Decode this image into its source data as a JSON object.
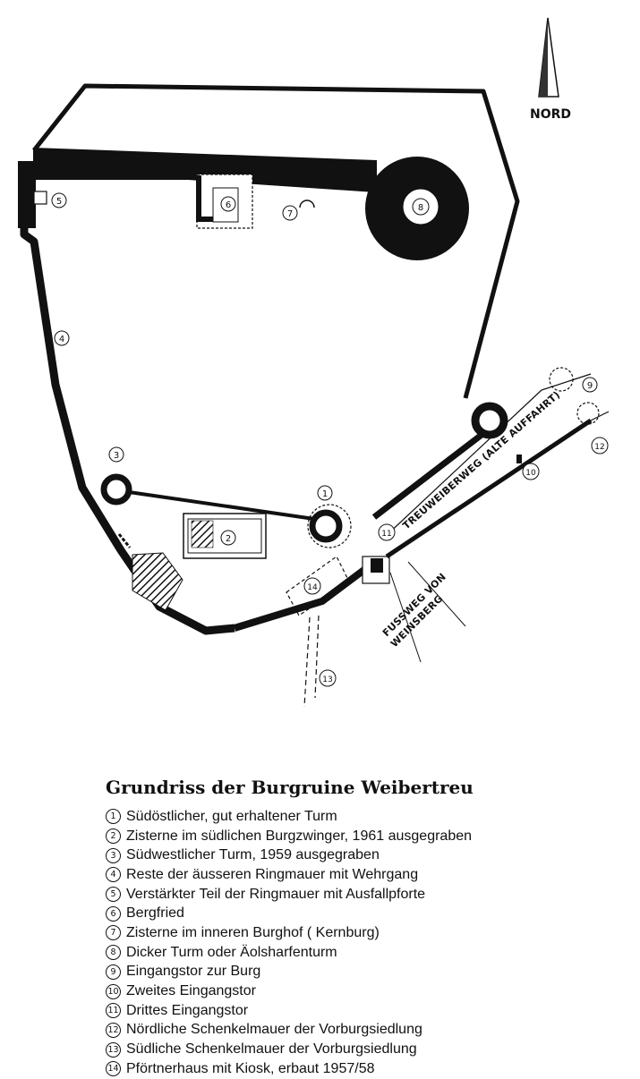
{
  "north_label": "NORD",
  "title": "Grundriss der Burgruine Weibertreu",
  "map_labels": {
    "road_treuweiberweg": "TREUWEIBERWEG (ALTE AUFFAHRT)",
    "road_fussweg_line1": "FUSSWEG VON",
    "road_fussweg_line2": "WEINSBERG"
  },
  "legend": [
    {
      "num": "1",
      "text": "Südöstlicher, gut erhaltener Turm"
    },
    {
      "num": "2",
      "text": "Zisterne im südlichen Burgzwinger, 1961 ausgegraben"
    },
    {
      "num": "3",
      "text": "Südwestlicher Turm, 1959 ausgegraben"
    },
    {
      "num": "4",
      "text": "Reste der äusseren Ringmauer mit Wehrgang"
    },
    {
      "num": "5",
      "text": "Verstärkter Teil der Ringmauer mit Ausfallpforte"
    },
    {
      "num": "6",
      "text": "Bergfried"
    },
    {
      "num": "7",
      "text": "Zisterne im inneren Burghof ( Kernburg)"
    },
    {
      "num": "8",
      "text": "Dicker Turm oder Äolsharfenturm"
    },
    {
      "num": "9",
      "text": "Eingangstor zur Burg"
    },
    {
      "num": "10",
      "text": "Zweites Eingangstor"
    },
    {
      "num": "11",
      "text": "Drittes Eingangstor"
    },
    {
      "num": "12",
      "text": "Nördliche Schenkelmauer der Vorburgsiedlung"
    },
    {
      "num": "13",
      "text": "Südliche Schenkelmauer der Vorburgsiedlung"
    },
    {
      "num": "14",
      "text": "Pförtnerhaus mit Kiosk, erbaut 1957/58"
    }
  ]
}
